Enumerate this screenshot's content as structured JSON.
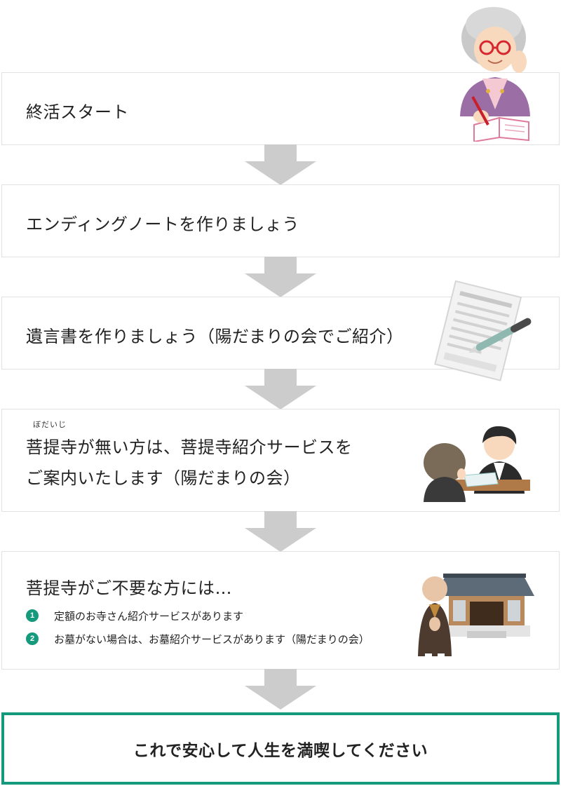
{
  "steps": [
    {
      "label": "終活スタート"
    },
    {
      "label": "エンディングノートを作りましょう"
    },
    {
      "label": "遺言書を作りましょう（陽だまりの会でご紹介）"
    },
    {
      "ruby": "ぼだいじ",
      "line1": "菩提寺が無い方は、菩提寺紹介サービスを",
      "line2": "ご案内いたします（陽だまりの会）"
    },
    {
      "label": "菩提寺がご不要な方には…",
      "items": [
        {
          "num": "1",
          "text": "定額のお寺さん紹介サービスがあります"
        },
        {
          "num": "2",
          "text": "お墓がない場合は、お墓紹介サービスがあります（陽だまりの会）"
        }
      ]
    }
  ],
  "final": {
    "label": "これで安心して人生を満喫してください"
  },
  "colors": {
    "accent": "#159a7c",
    "arrow": "#cccccc",
    "border": "#e2e2e2"
  },
  "icons": [
    "elderly-woman-writing-icon",
    "document-pen-icon",
    "consultation-icon",
    "monk-temple-icon",
    "down-arrow-icon"
  ]
}
